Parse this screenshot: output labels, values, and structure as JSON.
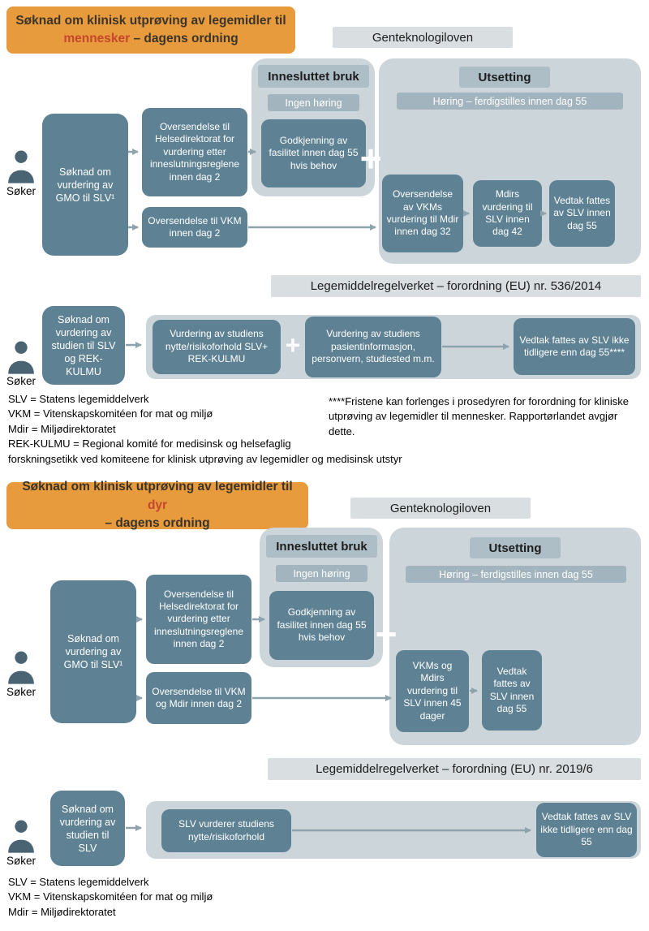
{
  "colors": {
    "accent_orange": "#E79B3D",
    "highlight_red": "#C5472D",
    "box_teal": "#5E8293",
    "panel_gray": "#CCD5DA",
    "arrow_gray": "#8FA3AD"
  },
  "human": {
    "title": {
      "pre": "Søknad om klinisk utprøving av legemidler til",
      "hl": "mennesker",
      "post": " – dagens ordning"
    },
    "gentek": "Genteknologiloven",
    "contained": {
      "header": "Innesluttet bruk",
      "no_hearing": "Ingen høring",
      "approval": "Godkjenning av fasilitet innen dag 55 hvis behov"
    },
    "release": {
      "header": "Utsetting",
      "hearing": "Høring – ferdigstilles innen dag 55",
      "steps": [
        "Oversendelse av VKMs vurdering til Mdir innen dag 32",
        "Mdirs vurdering til SLV innen dag 42",
        "Vedtak fattes av SLV innen dag 55"
      ]
    },
    "applicant": "Søker",
    "application": "Søknad om vurdering av GMO til SLV¹",
    "to_helsedir": "Oversendelse til Helsedirektorat for vurdering etter inneslutningsreglene innen dag 2",
    "to_vkm": "Oversendelse til VKM innen dag 2",
    "plus": "+",
    "eu_header": "Legemiddelregelverket – forordning (EU) nr. 536/2014",
    "eu": {
      "applicant": "Søker",
      "application": "Søknad om vurdering av studien til SLV og REK-KULMU",
      "assess1": "Vurdering av studiens nytte/risikoforhold SLV+ REK-KULMU",
      "plus": "+",
      "assess2": "Vurdering av studiens pasientinformasjon, personvern, studiested m.m.",
      "decision": "Vedtak fattes av SLV ikke tidligere enn dag 55****"
    },
    "legend": [
      "SLV = Statens legemiddelverk",
      "VKM = Vitenskapskomitéen for mat og miljø",
      "Mdir = Miljødirektoratet",
      "REK-KULMU = Regional komité for medisinsk og helsefaglig",
      "forskningsetikk ved komiteene for klinisk utprøving av legemidler og medisinsk utstyr"
    ],
    "footnote": "****Fristene kan forlenges i prosedyren for forordning for kliniske utprøving av legemidler til mennesker. Rapportørlandet avgjør dette."
  },
  "animal": {
    "title": {
      "pre": "Søknad om klinisk utprøving av legemidler til ",
      "hl": "dyr",
      "post": "– dagens ordning"
    },
    "gentek": "Genteknologiloven",
    "contained": {
      "header": "Innesluttet bruk",
      "no_hearing": "Ingen høring",
      "approval": "Godkjenning av fasilitet innen dag 55 hvis behov"
    },
    "release": {
      "header": "Utsetting",
      "hearing": "Høring – ferdigstilles innen dag 55",
      "steps": [
        "VKMs og Mdirs vurdering til SLV innen 45 dager",
        "Vedtak fattes av SLV innen dag 55"
      ]
    },
    "applicant": "Søker",
    "application": "Søknad om vurdering av GMO til SLV¹",
    "to_helsedir": "Oversendelse til Helsedirektorat for vurdering etter inneslutningsreglene innen dag 2",
    "to_vkm": "Oversendelse til VKM og Mdir innen dag 2",
    "plus": "+",
    "eu_header": "Legemiddelregelverket – forordning (EU) nr. 2019/6",
    "eu": {
      "applicant": "Søker",
      "application": "Søknad om vurdering av studien til SLV",
      "assess": "SLV vurderer studiens nytte/risikoforhold",
      "decision": "Vedtak fattes av SLV ikke tidligere enn dag 55"
    },
    "legend": [
      "SLV = Statens legemiddelverk",
      "VKM = Vitenskapskomitéen for mat og miljø",
      "Mdir = Miljødirektoratet"
    ]
  }
}
